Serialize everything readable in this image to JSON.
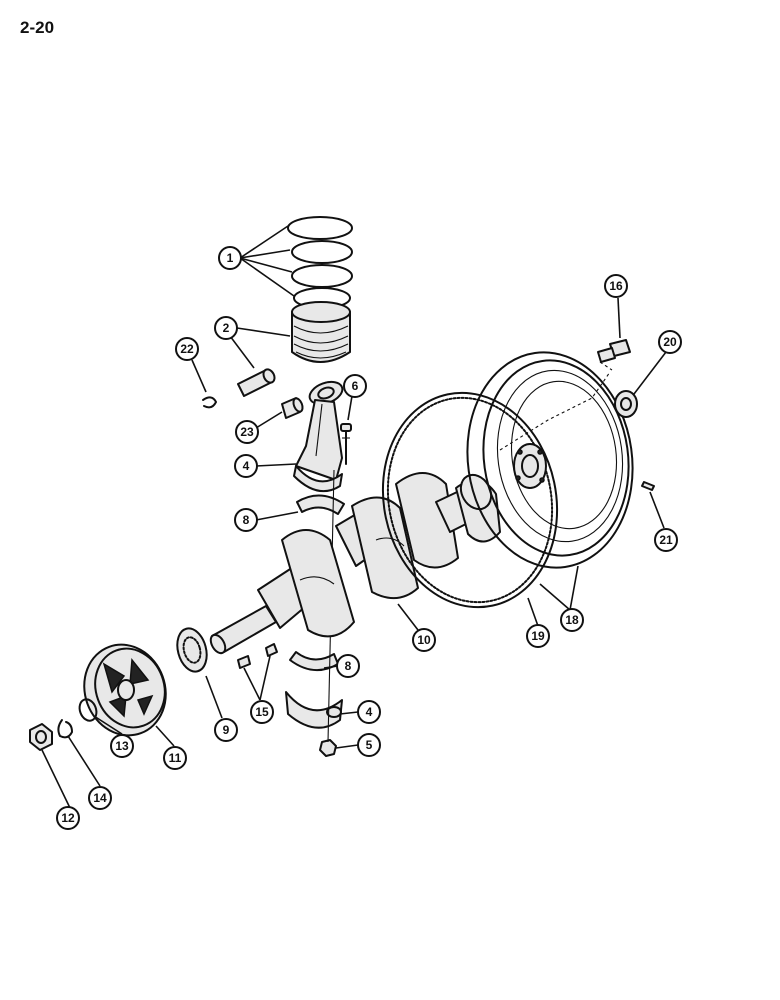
{
  "page": {
    "number": "2-20"
  },
  "callouts": {
    "c1": "1",
    "c2": "2",
    "c4a": "4",
    "c4b": "4",
    "c5": "5",
    "c6": "6",
    "c8a": "8",
    "c8b": "8",
    "c9": "9",
    "c10": "10",
    "c11": "11",
    "c12": "12",
    "c13": "13",
    "c14": "14",
    "c15": "15",
    "c16": "16",
    "c18": "18",
    "c19": "19",
    "c20": "20",
    "c21": "21",
    "c22": "22",
    "c23": "23"
  }
}
